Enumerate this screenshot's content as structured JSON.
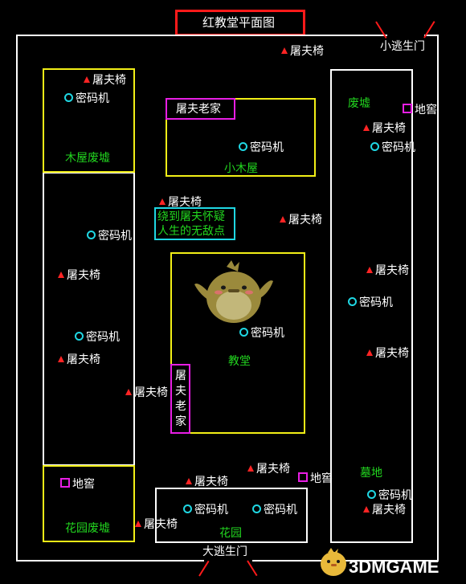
{
  "title": "红教堂平面图",
  "exits": {
    "small": "小逃生门",
    "big": "大逃生门"
  },
  "areas": {
    "wood_ruins": "木屋废墟",
    "cabin": "小木屋",
    "ruins": "废墟",
    "church": "教堂",
    "cemetery": "墓地",
    "garden_ruins": "花园废墟",
    "garden": "花园"
  },
  "killer_home": "屠夫老家",
  "killer_home_vertical": [
    "屠",
    "夫",
    "老",
    "家"
  ],
  "note": [
    "绕到屠夫怀疑",
    "人生的无敌点"
  ],
  "labels": {
    "chair": "屠夫椅",
    "cipher": "密码机",
    "cellar": "地窖"
  },
  "watermark": "3DMGAME",
  "colors": {
    "wall": "#ffffff",
    "zone": "#f2ef16",
    "chair": "#ff2424",
    "cipher": "#1fd7e3",
    "cellar": "#e81ee4",
    "area_text": "#22d61f",
    "exit": "#ff1a1a"
  }
}
